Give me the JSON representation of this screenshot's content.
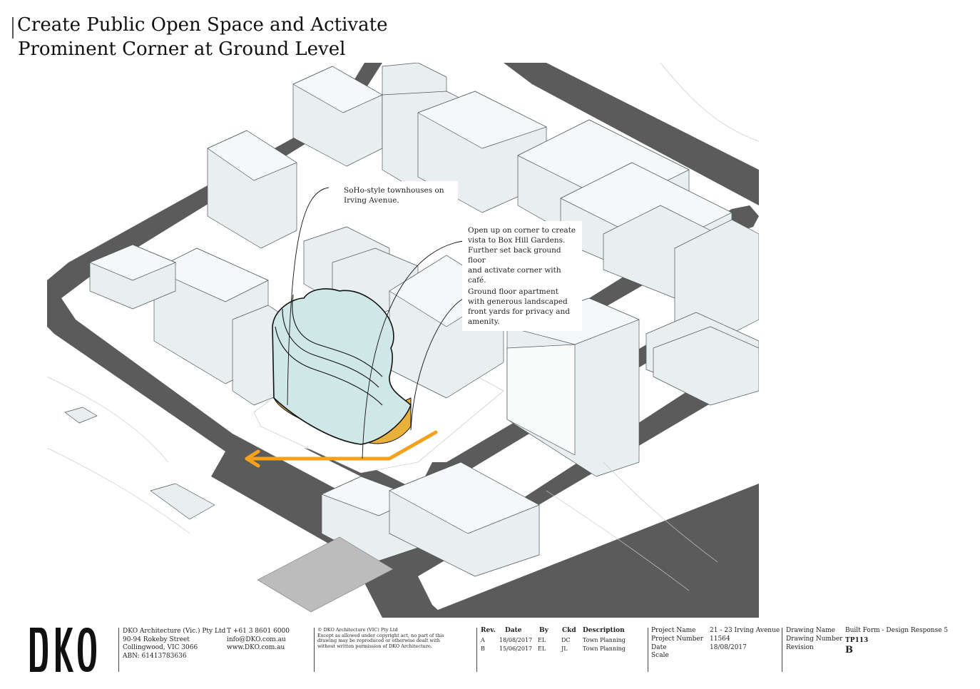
{
  "title": {
    "line1": "Create Public Open Space and Activate",
    "line2": "Prominent Corner at Ground Level"
  },
  "callouts": [
    {
      "lines": [
        "SoHo-style townhouses on",
        "Irving Avenue."
      ]
    },
    {
      "lines": [
        "Open up on corner to create",
        "vista to Box Hill Gardens.",
        "Further set back ground floor",
        "and activate corner with café."
      ]
    },
    {
      "lines": [
        "Ground floor apartment",
        "with generous landscaped",
        "front yards for privacy and",
        "amenity."
      ]
    }
  ],
  "colors": {
    "building_fill": "#e9eff0",
    "road": "#5a5a5a",
    "tower_glass": "#cfe7e6",
    "accent_orange": "#f4a21c",
    "ground_gold": "#e8b23a"
  },
  "titleblock": {
    "logo": "DKO",
    "company": {
      "name": "DKO Architecture (Vic.) Pty Ltd",
      "street": "90-94 Rokeby Street",
      "suburb": "Collingwood, VIC 3066",
      "abn": "ABN: 61413783636"
    },
    "contact": {
      "phone": "T +61 3 8601 6000",
      "email": "info@DKO.com.au",
      "web": "www.DKO.com.au"
    },
    "copyright": {
      "line1": "© DKO Architecture (VIC) Pty Ltd",
      "line2": "Except as allowed under copyright act, no part of this",
      "line3": "drawing may be reproduced or otherwise dealt with",
      "line4": "without written permission of DKO Architecture."
    },
    "revisions": {
      "headers": {
        "rev": "Rev.",
        "date": "Date",
        "by": "By",
        "ckd": "Ckd",
        "desc": "Description"
      },
      "rows": [
        {
          "rev": "A",
          "date": "18/08/2017",
          "by": "EL",
          "ckd": "DC",
          "desc": "Town Planning"
        },
        {
          "rev": "B",
          "date": "15/06/2017",
          "by": "EL",
          "ckd": "JL",
          "desc": "Town Planning"
        }
      ]
    },
    "project": {
      "name_label": "Project Name",
      "name_value": "21 - 23 Irving Avenue",
      "number_label": "Project Number",
      "number_value": "11564",
      "date_label": "Date",
      "date_value": "18/08/2017",
      "scale_label": "Scale"
    },
    "drawing": {
      "name_label": "Drawing Name",
      "name_value": "Built Form - Design Response 5",
      "number_label": "Drawing Number",
      "number_value": "TP113",
      "revision_label": "Revision",
      "revision_value": "B"
    }
  }
}
